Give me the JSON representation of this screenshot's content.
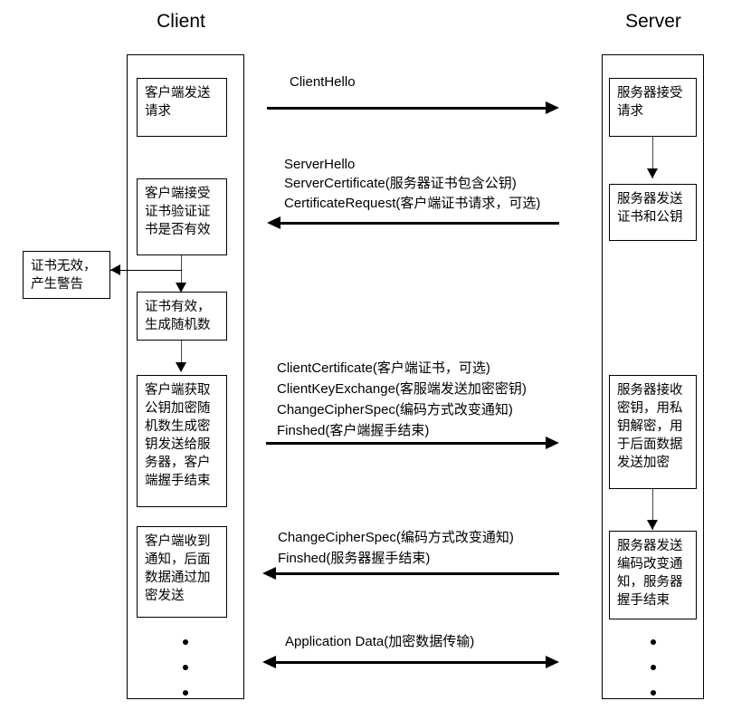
{
  "diagram": {
    "title_client": "Client",
    "title_server": "Server"
  },
  "client": {
    "nodes": [
      {
        "id": "client-request",
        "text": "客户端发送\n请求"
      },
      {
        "id": "client-verify-cert",
        "text": "客户端接受\n证书验证证\n书是否有效"
      },
      {
        "id": "client-cert-valid",
        "text": "证书有效，\n生成随机数"
      },
      {
        "id": "client-keygen-send",
        "text": "客户端获取\n公钥加密随\n机数生成密\n钥发送给服\n务器，客户\n端握手结束"
      },
      {
        "id": "client-recv-notice",
        "text": "客户端收到\n通知，后面\n数据通过加\n密发送"
      }
    ]
  },
  "alert": {
    "id": "cert-invalid-alert",
    "text": "证书无效，\n产生警告"
  },
  "server": {
    "nodes": [
      {
        "id": "server-accept-request",
        "text": "服务器接受\n请求"
      },
      {
        "id": "server-send-cert",
        "text": "服务器发送\n证书和公钥"
      },
      {
        "id": "server-recv-key",
        "text": "服务器接收\n密钥，用私\n钥解密，用\n于后面数据\n发送加密"
      },
      {
        "id": "server-send-changecipher",
        "text": "服务器发送\n编码改变通\n知，服务器\n握手结束"
      }
    ]
  },
  "messages": [
    {
      "id": "msg-client-hello",
      "direction": "right",
      "lines": [
        "ClientHello"
      ]
    },
    {
      "id": "msg-server-hello",
      "direction": "left",
      "lines": [
        "ServerHello",
        "ServerCertificate(服务器证书包含公钥)",
        "CertificateRequest(客户端证书请求，可选)"
      ]
    },
    {
      "id": "msg-client-key-exchange",
      "direction": "right",
      "lines": [
        "ClientCertificate(客户端证书，可选)",
        "ClientKeyExchange(客服端发送加密密钥)",
        "ChangeCipherSpec(编码方式改变通知)",
        "Finshed(客户端握手结束)"
      ]
    },
    {
      "id": "msg-server-finished",
      "direction": "left",
      "lines": [
        "ChangeCipherSpec(编码方式改变通知)",
        "Finshed(服务器握手结束)"
      ]
    },
    {
      "id": "msg-application-data",
      "direction": "both",
      "lines": [
        "Application Data(加密数据传输)"
      ]
    }
  ],
  "colors": {
    "stroke": "#000000",
    "background": "#ffffff",
    "connector": "#444444"
  }
}
